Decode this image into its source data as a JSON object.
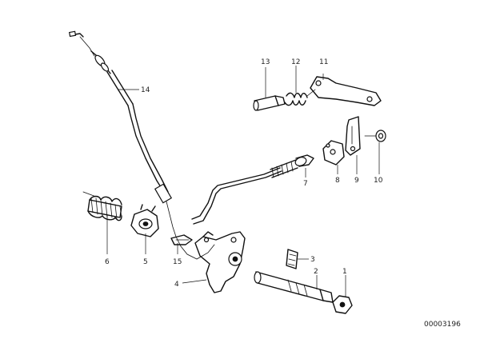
{
  "diagram": {
    "callouts": [
      {
        "id": "c1",
        "label": "1"
      },
      {
        "id": "c2",
        "label": "2"
      },
      {
        "id": "c3",
        "label": "3"
      },
      {
        "id": "c4",
        "label": "4"
      },
      {
        "id": "c5",
        "label": "5"
      },
      {
        "id": "c6",
        "label": "6"
      },
      {
        "id": "c7",
        "label": "7"
      },
      {
        "id": "c8",
        "label": "8"
      },
      {
        "id": "c9",
        "label": "9"
      },
      {
        "id": "c10",
        "label": "10"
      },
      {
        "id": "c11",
        "label": "11"
      },
      {
        "id": "c12",
        "label": "12"
      },
      {
        "id": "c13",
        "label": "13"
      },
      {
        "id": "c14",
        "label": "14"
      },
      {
        "id": "c15",
        "label": "15"
      }
    ],
    "reference_number": "00003196"
  }
}
